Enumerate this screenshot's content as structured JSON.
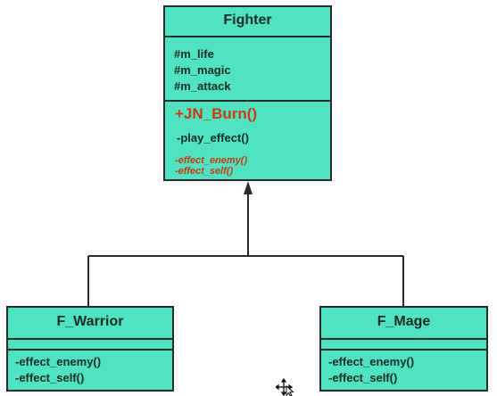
{
  "fighter": {
    "name": "Fighter",
    "attributes": [
      "#m_life",
      "#m_magic",
      "#m_attack"
    ],
    "public_method": "+JN_Burn()",
    "private_method": "-play_effect()",
    "abstract_methods": [
      "-effect_enemy()",
      "-effect_self()"
    ]
  },
  "warrior": {
    "name": "F_Warrior",
    "methods": [
      "-effect_enemy()",
      "-effect_self()"
    ]
  },
  "mage": {
    "name": "F_Mage",
    "methods": [
      "-effect_enemy()",
      "-effect_self()"
    ]
  },
  "colors": {
    "class_fill": "#4fe3c1",
    "border": "#2a2a2a",
    "highlight": "#cc3a10"
  },
  "icons": {
    "cursor": "move-cursor-icon"
  }
}
